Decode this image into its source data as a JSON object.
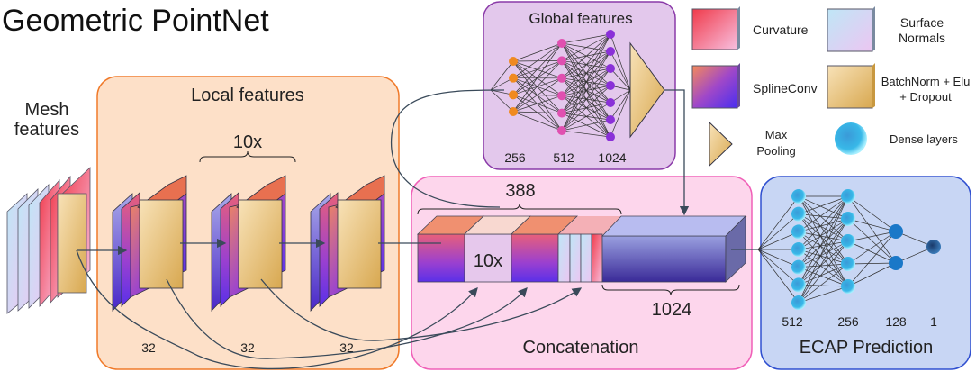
{
  "title": "Geometric PointNet",
  "mesh": {
    "label_line1": "Mesh",
    "label_line2": "features"
  },
  "local": {
    "title": "Local features",
    "repeat": "10x",
    "sizes": [
      "32",
      "32",
      "32"
    ]
  },
  "global": {
    "title": "Global features",
    "sizes": [
      "256",
      "512",
      "1024"
    ]
  },
  "concat": {
    "title": "Concatenation",
    "top_size": "388",
    "repeat": "10x",
    "bottom_size": "1024"
  },
  "ecap": {
    "title": "ECAP Prediction",
    "sizes": [
      "512",
      "256",
      "128",
      "1"
    ]
  },
  "legend": {
    "curvature": "Curvature",
    "normals_line1": "Surface",
    "normals_line2": "Normals",
    "splineconv": "SplineConv",
    "bn_line1": "BatchNorm + Elu",
    "bn_line2": "+ Dropout",
    "pool_line1": "Max",
    "pool_line2": "Pooling",
    "dense": "Dense layers"
  },
  "colors": {
    "local_bg": "#fde0c8",
    "local_border": "#f07a2a",
    "concat_bg": "#fdd6ec",
    "concat_border": "#f060b8",
    "global_bg": "#e3c8ec",
    "global_border": "#8a3aa8",
    "ecap_bg": "#c8d6f4",
    "ecap_border": "#3050d0"
  }
}
